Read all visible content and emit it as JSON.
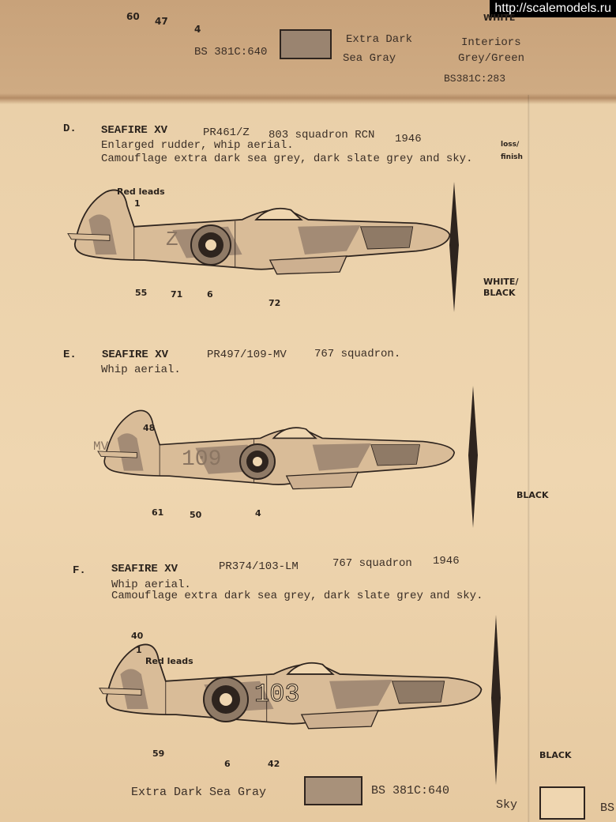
{
  "watermark": "http://scalemodels.ru",
  "top": {
    "callouts": [
      "60",
      "47",
      "4"
    ],
    "swatch_code": "BS 381C:640",
    "swatch_label_1": "Extra Dark",
    "swatch_label_2": "Sea Gray",
    "prop_label": "WHITE",
    "interiors_1": "Interiors",
    "interiors_2": "Grey/Green",
    "interiors_code": "BS381C:283"
  },
  "scheme_d": {
    "letter": "D.",
    "type": "SEAFIRE XV",
    "serial": "PR461/Z",
    "unit": "803 squadron RCN",
    "year": "1946",
    "line1": "Enlarged rudder, whip aerial.",
    "line2": "Camouflage extra dark sea grey, dark slate grey and sky.",
    "side_note_1": "loss/",
    "side_note_2": "finish",
    "red_leads": "Red leads",
    "codes": "Z",
    "callouts": [
      "1",
      "55",
      "71",
      "6",
      "72"
    ],
    "spinner": "WHITE/\nBLACK"
  },
  "scheme_e": {
    "letter": "E.",
    "type": "SEAFIRE XV",
    "serial": "PR497/109-MV",
    "unit": "767 squadron.",
    "line1": "Whip aerial.",
    "codes": "109",
    "tail_code": "MV",
    "callouts": [
      "48",
      "61",
      "50",
      "4"
    ],
    "spinner": "BLACK"
  },
  "scheme_f": {
    "letter": "F.",
    "type": "SEAFIRE XV",
    "serial": "PR374/103-LM",
    "unit": "767 squadron",
    "year": "1946",
    "line1": "Whip aerial.",
    "line2": "Camouflage extra dark sea grey, dark slate grey and sky.",
    "red_leads": "Red leads",
    "codes": "103",
    "callouts": [
      "40",
      "1",
      "59",
      "6",
      "42"
    ],
    "spinner": "BLACK"
  },
  "bottom": {
    "swatch_label": "Extra Dark Sea Gray",
    "swatch_code": "BS 381C:640",
    "sky_label": "Sky",
    "sky_code_partial": "BS"
  },
  "colors": {
    "edsg": "#9a8470",
    "sky": "#efd6b0",
    "ink": "#2e241e"
  }
}
